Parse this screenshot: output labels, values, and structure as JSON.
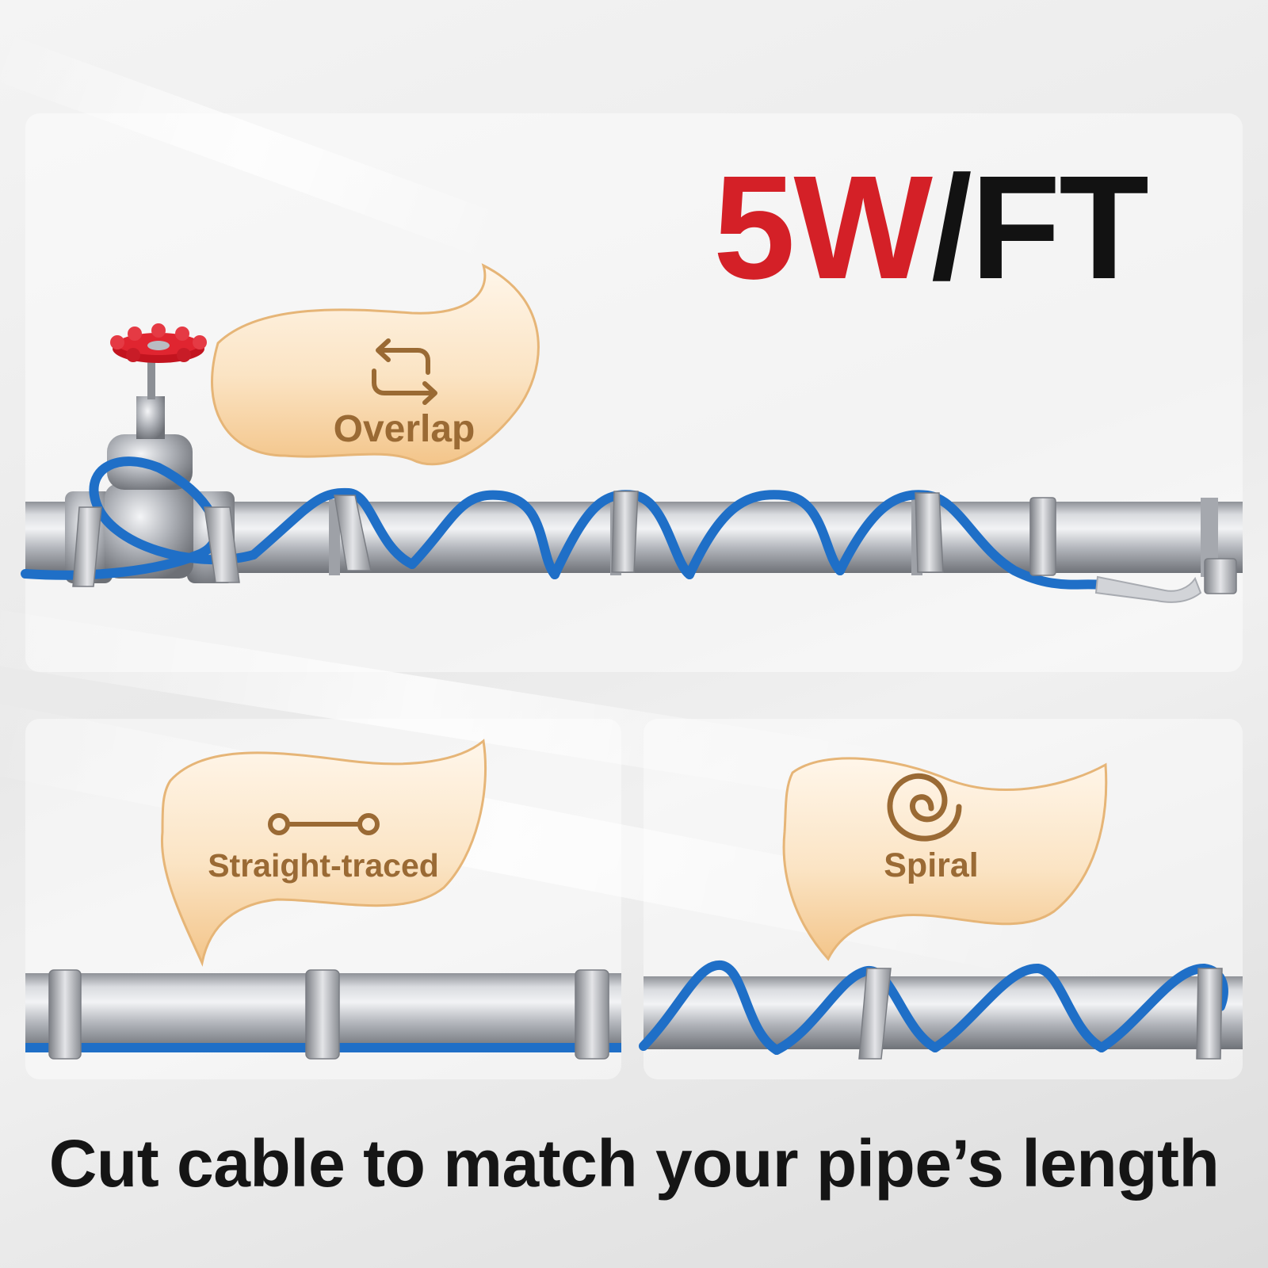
{
  "headline": {
    "accent": "5W",
    "rest": "/FT"
  },
  "methods": [
    {
      "label": "Overlap",
      "icon": "overlap-arrows-icon"
    },
    {
      "label": "Straight-traced",
      "icon": "straight-line-icon"
    },
    {
      "label": "Spiral",
      "icon": "spiral-icon"
    }
  ],
  "caption": "Cut cable to match your pipe’s length",
  "colors": {
    "accent": "#d42027",
    "text": "#121212",
    "bubble": "#f7d9ae",
    "bubble_text": "#9a6a34",
    "cable": "#1f6fc7",
    "pipe": "#b9bcc2",
    "valve_handle": "#d61e2a"
  }
}
